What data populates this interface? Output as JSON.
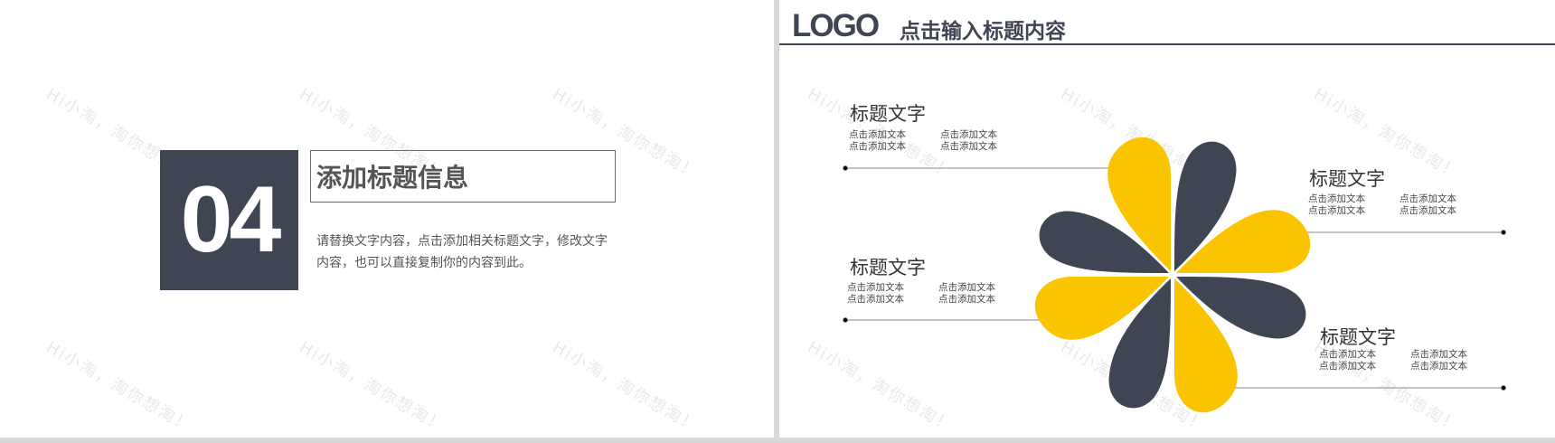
{
  "watermark": "Hi小淘，淘你想淘！",
  "left_slide": {
    "number": "04",
    "title": "添加标题信息",
    "description": "请替换文字内容，点击添加相关标题文字，修改文字内容，也可以直接复制你的内容到此。"
  },
  "right_slide": {
    "logo": "LOGO",
    "header_title": "点击输入标题内容",
    "labels": [
      {
        "title": "标题文字",
        "col1": [
          "点击添加文本",
          "点击添加文本"
        ],
        "col2": [
          "点击添加文本",
          "点击添加文本"
        ]
      },
      {
        "title": "标题文字",
        "col1": [
          "点击添加文本",
          "点击添加文本"
        ],
        "col2": [
          "点击添加文本",
          "点击添加文本"
        ]
      },
      {
        "title": "标题文字",
        "col1": [
          "点击添加文本",
          "点击添加文本"
        ],
        "col2": [
          "点击添加文本",
          "点击添加文本"
        ]
      },
      {
        "title": "标题文字",
        "col1": [
          "点击添加文本",
          "点击添加文本"
        ],
        "col2": [
          "点击添加文本",
          "点击添加文本"
        ]
      }
    ]
  },
  "colors": {
    "dark": "#404553",
    "yellow": "#fbc400",
    "line": "#888888"
  }
}
